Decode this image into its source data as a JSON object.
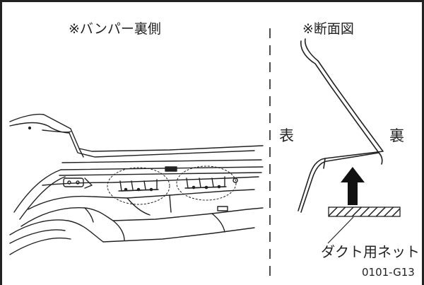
{
  "labels": {
    "left_title": "※バンパー裏側",
    "right_title": "※断面図",
    "front": "表",
    "back": "裏",
    "duct_net": "ダクト用ネット",
    "code": "0101-G13"
  }
}
